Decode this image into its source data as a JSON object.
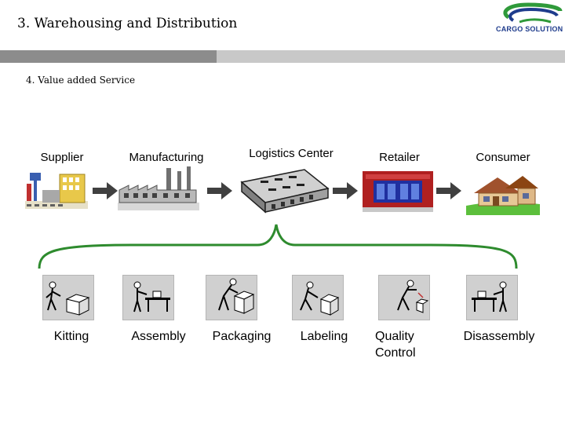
{
  "header": {
    "title": "3. Warehousing and Distribution",
    "subtitle": "4. Value added Service",
    "logo_text": "CARGO SOLUTION"
  },
  "colors": {
    "brace": "#2e8b2e",
    "logo_green": "#2f9a3a",
    "logo_blue": "#1f3c8c",
    "band_dark": "#8c8c8c",
    "band_light": "#c8c8c8"
  },
  "flow": {
    "stages": [
      {
        "label": "Supplier",
        "icon": "supplier-factory-icon"
      },
      {
        "label": "Manufacturing",
        "icon": "manufacturing-plant-icon"
      },
      {
        "label": "Logistics Center",
        "icon": "warehouse-icon"
      },
      {
        "label": "Retailer",
        "icon": "retail-store-icon"
      },
      {
        "label": "Consumer",
        "icon": "house-icon"
      }
    ],
    "arrow_icon": "right-arrow-icon"
  },
  "services": [
    {
      "label": "Kitting",
      "icon": "worker-kitting-icon"
    },
    {
      "label": "Assembly",
      "icon": "worker-assembly-icon"
    },
    {
      "label": "Packaging",
      "icon": "worker-packaging-icon"
    },
    {
      "label": "Labeling",
      "icon": "worker-labeling-icon"
    },
    {
      "label": "Quality Control",
      "icon": "worker-quality-control-icon"
    },
    {
      "label": "Disassembly",
      "icon": "worker-disassembly-icon"
    }
  ]
}
